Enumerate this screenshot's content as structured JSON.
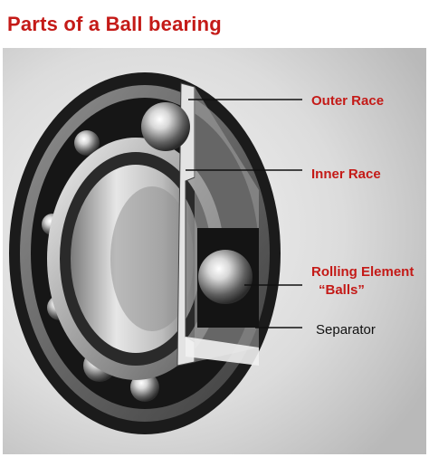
{
  "title": "Parts of a Ball bearing",
  "labels": {
    "outer_race": "Outer Race",
    "inner_race": "Inner Race",
    "rolling_element": "Rolling Element",
    "rolling_element_sub": "“Balls”",
    "separator": "Separator"
  },
  "colors": {
    "title_text": "#c41a17",
    "label_text": "#c41a17",
    "separator_text": "#111111",
    "leader_lines": "#111111"
  }
}
